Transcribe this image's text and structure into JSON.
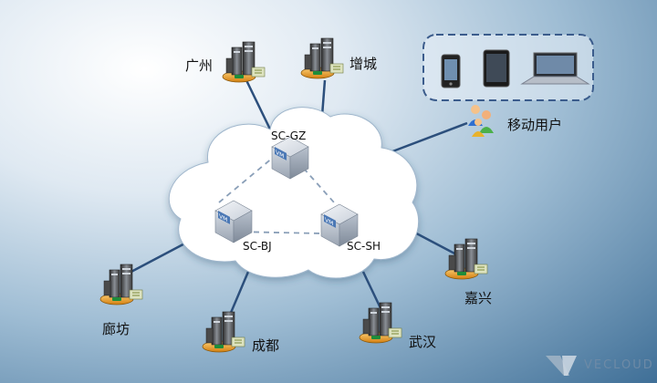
{
  "nodes": {
    "guangzhou": "广州",
    "zengcheng": "增城",
    "langfang": "廊坊",
    "chengdu": "成都",
    "wuhan": "武汉",
    "jiaxing": "嘉兴"
  },
  "vms": {
    "gz": "SC-GZ",
    "bj": "SC-BJ",
    "sh": "SC-SH"
  },
  "mobile_users_label": "移动用户",
  "brand": "VECLOUD",
  "colors": {
    "link": "#2c4f7c",
    "cloud": "#ffffff",
    "server_base": "#f0a830",
    "device_box_border": "#3b5c8c"
  },
  "icons": [
    "server-icon",
    "vm-cube-icon",
    "phone-icon",
    "tablet-icon",
    "laptop-icon",
    "users-icon",
    "brand-logo-icon"
  ]
}
